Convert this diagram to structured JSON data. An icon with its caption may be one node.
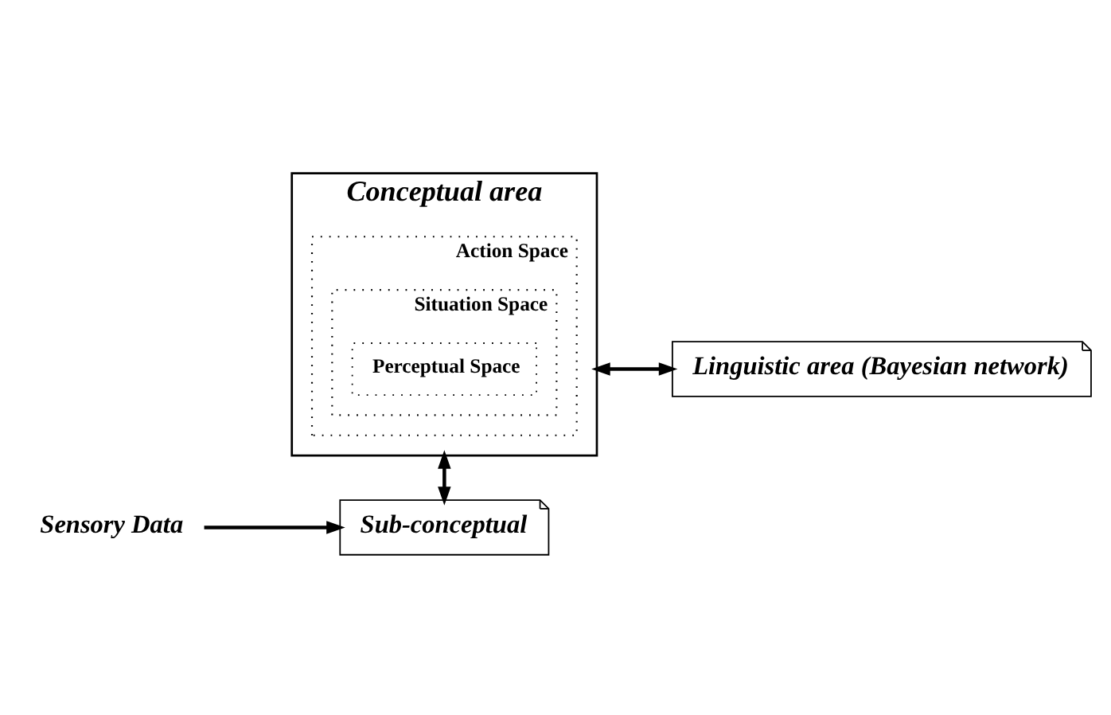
{
  "diagram": {
    "nodes": [
      {
        "text": [
          "Conceptual area"
        ]
      },
      {
        "text": [
          "Action Space"
        ],
        "in": 0
      },
      {
        "text": [
          "Situation Space"
        ],
        "in": 1
      },
      {
        "text": [
          "Perceptual Space"
        ],
        "in": 2
      },
      {
        "text": [
          "Linguistic area (Bayesian network)"
        ]
      },
      {
        "text": [
          "Sub-conceptual"
        ]
      },
      {
        "text": [
          "Sensory Data"
        ]
      }
    ],
    "edges": [
      {
        "from": 0,
        "to": 4,
        "arrow": "both"
      },
      {
        "from": 0,
        "to": 5,
        "arrow": "both"
      },
      {
        "from": 6,
        "to": 5,
        "arrow": "to"
      }
    ]
  }
}
